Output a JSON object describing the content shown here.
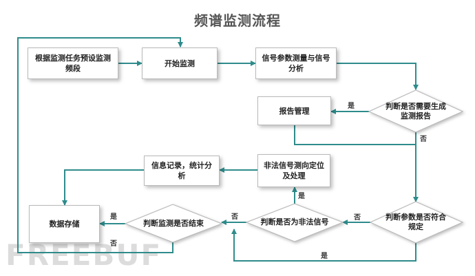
{
  "title": "频谱监测流程",
  "nodes": {
    "preset": "根据监测任务预设监测频段",
    "start": "开始监测",
    "measure": "信号参数测量与信号分析",
    "report_decision": "判断是否需要生成监测报告",
    "report": "报告管理",
    "param_decision": "判断参数是否符合规定",
    "illegal_decision": "判断是否为非法信号",
    "locate": "非法信号测向定位及处理",
    "record": "信息记录，统计分析",
    "end_decision": "判断监测是否结束",
    "store": "数据存储"
  },
  "edge_labels": {
    "report_yes": "是",
    "report_no": "否",
    "param_no": "否",
    "param_yes": "是",
    "illegal_yes": "是",
    "illegal_no": "否",
    "end_yes": "是",
    "end_no": "否"
  },
  "watermark": "FREEBUF",
  "colors": {
    "arrow": "#2e8b8b",
    "border": "#b9b9b9"
  }
}
